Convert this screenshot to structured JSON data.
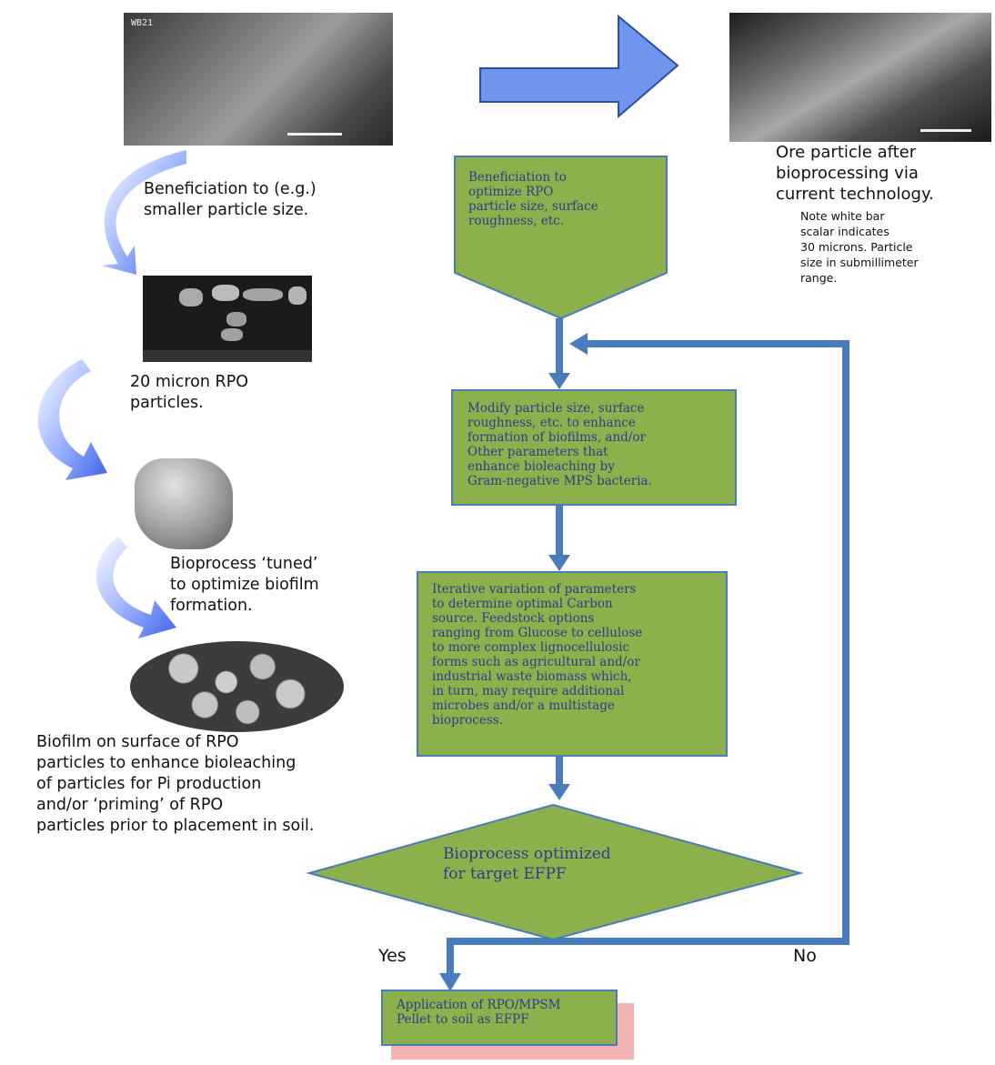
{
  "left_column": {
    "caption_beneficiation": "Beneficiation to (e.g.)\nsmaller particle size.",
    "caption_rpo_particles": "20 micron RPO\nparticles.",
    "caption_tuned": "Bioprocess ‘tuned’\nto optimize biofilm\nformation.",
    "caption_biofilm": "Biofilm on surface of RPO\nparticles to enhance bioleaching\nof particles for Pi production\nand/or ‘priming’ of RPO\nparticles prior to placement in soil.",
    "sem_label_top": "WB21"
  },
  "right_column": {
    "caption_ore": "Ore particle after\nbioprocessing via\ncurrent technology.",
    "caption_note": "Note white bar\nscalar indicates\n30 microns.  Particle\nsize in submillimeter\nrange."
  },
  "flowchart": {
    "step1": "Beneficiation to\noptimize RPO\nparticle size, surface\nroughness, etc.",
    "step2": "Modify particle size, surface\nroughness, etc. to enhance\nformation of  biofilms, and/or\nOther parameters that\nenhance bioleaching by\nGram-negative MPS bacteria.",
    "step3": "Iterative variation of parameters\nto determine optimal Carbon\nsource.  Feedstock options\nranging from Glucose to  cellulose\nto more complex lignocellulosic\nforms such as agricultural and/or\nindustrial waste biomass which,\nin turn, may require additional\nmicrobes and/or a multistage\nbioprocess.",
    "decision": "Bioprocess optimized\nfor target EFPF",
    "yes_label": "Yes",
    "no_label": "No",
    "final": "Application of RPO/MPSM\nPellet  to soil as EFPF"
  },
  "colors": {
    "box_fill": "#8cb04b",
    "arrow_blue": "#4a7bbd",
    "big_arrow": "#6f95ee",
    "text_blue": "#2a3f8a",
    "shadow_red": "#f3b2b2"
  }
}
